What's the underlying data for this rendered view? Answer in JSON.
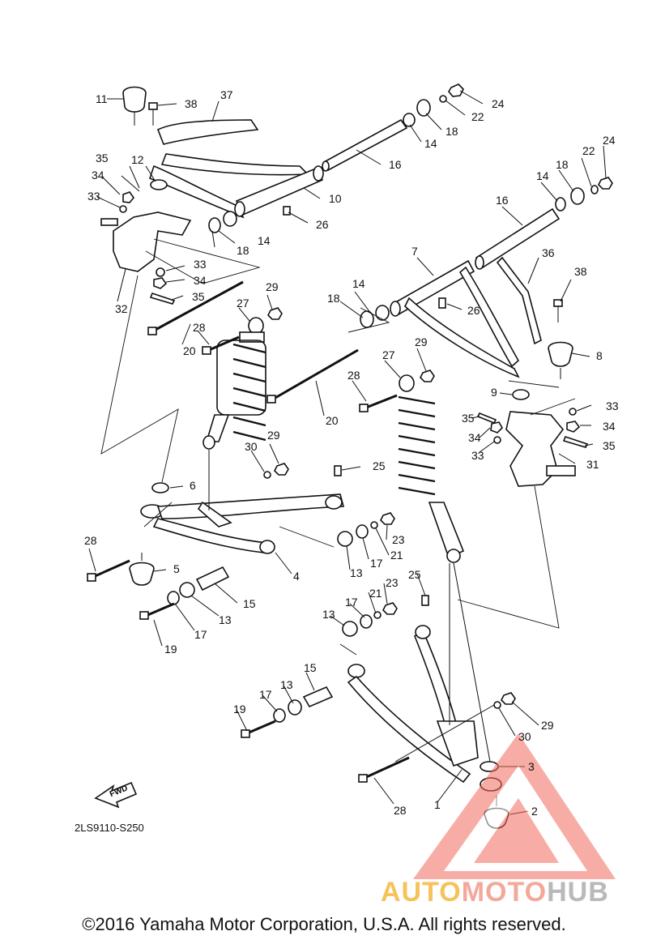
{
  "diagram": {
    "code": "2LS9110-S250",
    "fwd_label": "FWD",
    "copyright": "©2016 Yamaha Motor Corporation, U.S.A. All rights reserved.",
    "watermark": {
      "part1": "AUTO",
      "part2": "MOTO",
      "part3": "HUB"
    },
    "callouts": [
      {
        "id": "c11a",
        "label": "11"
      },
      {
        "id": "c38a",
        "label": "38"
      },
      {
        "id": "c37",
        "label": "37"
      },
      {
        "id": "c24a",
        "label": "24"
      },
      {
        "id": "c22a",
        "label": "22"
      },
      {
        "id": "c18a",
        "label": "18"
      },
      {
        "id": "c14a",
        "label": "14"
      },
      {
        "id": "c16a",
        "label": "16"
      },
      {
        "id": "c35a",
        "label": "35"
      },
      {
        "id": "c12",
        "label": "12"
      },
      {
        "id": "c34a",
        "label": "34"
      },
      {
        "id": "c33a",
        "label": "33"
      },
      {
        "id": "c10",
        "label": "10"
      },
      {
        "id": "c26a",
        "label": "26"
      },
      {
        "id": "c22b",
        "label": "22"
      },
      {
        "id": "c24b",
        "label": "24"
      },
      {
        "id": "c18b",
        "label": "18"
      },
      {
        "id": "c14b",
        "label": "14"
      },
      {
        "id": "c16b",
        "label": "16"
      },
      {
        "id": "c18c",
        "label": "18"
      },
      {
        "id": "c14c",
        "label": "14"
      },
      {
        "id": "c33b",
        "label": "33"
      },
      {
        "id": "c34b",
        "label": "34"
      },
      {
        "id": "c35b",
        "label": "35"
      },
      {
        "id": "c32",
        "label": "32"
      },
      {
        "id": "c7",
        "label": "7"
      },
      {
        "id": "c36",
        "label": "36"
      },
      {
        "id": "c38b",
        "label": "38"
      },
      {
        "id": "c29a",
        "label": "29"
      },
      {
        "id": "c27a",
        "label": "27"
      },
      {
        "id": "c14d",
        "label": "14"
      },
      {
        "id": "c18d",
        "label": "18"
      },
      {
        "id": "c26b",
        "label": "26"
      },
      {
        "id": "c28a",
        "label": "28"
      },
      {
        "id": "c20a",
        "label": "20"
      },
      {
        "id": "c8",
        "label": "8"
      },
      {
        "id": "c29b",
        "label": "29"
      },
      {
        "id": "c27b",
        "label": "27"
      },
      {
        "id": "c28b",
        "label": "28"
      },
      {
        "id": "c9",
        "label": "9"
      },
      {
        "id": "c33c",
        "label": "33"
      },
      {
        "id": "c20b",
        "label": "20"
      },
      {
        "id": "c35c",
        "label": "35"
      },
      {
        "id": "c34c",
        "label": "34"
      },
      {
        "id": "c34d",
        "label": "34"
      },
      {
        "id": "c35d",
        "label": "35"
      },
      {
        "id": "c33d",
        "label": "33"
      },
      {
        "id": "c31",
        "label": "31"
      },
      {
        "id": "c29c",
        "label": "29"
      },
      {
        "id": "c30a",
        "label": "30"
      },
      {
        "id": "c25a",
        "label": "25"
      },
      {
        "id": "c6",
        "label": "6"
      },
      {
        "id": "c28c",
        "label": "28"
      },
      {
        "id": "c5",
        "label": "5"
      },
      {
        "id": "c23a",
        "label": "23"
      },
      {
        "id": "c21a",
        "label": "21"
      },
      {
        "id": "c17a",
        "label": "17"
      },
      {
        "id": "c13a",
        "label": "13"
      },
      {
        "id": "c4",
        "label": "4"
      },
      {
        "id": "c15a",
        "label": "15"
      },
      {
        "id": "c13b",
        "label": "13"
      },
      {
        "id": "c17b",
        "label": "17"
      },
      {
        "id": "c19a",
        "label": "19"
      },
      {
        "id": "c25b",
        "label": "25"
      },
      {
        "id": "c23b",
        "label": "23"
      },
      {
        "id": "c21b",
        "label": "21"
      },
      {
        "id": "c17c",
        "label": "17"
      },
      {
        "id": "c13c",
        "label": "13"
      },
      {
        "id": "c15b",
        "label": "15"
      },
      {
        "id": "c13d",
        "label": "13"
      },
      {
        "id": "c17d",
        "label": "17"
      },
      {
        "id": "c19b",
        "label": "19"
      },
      {
        "id": "c29d",
        "label": "29"
      },
      {
        "id": "c30b",
        "label": "30"
      },
      {
        "id": "c3",
        "label": "3"
      },
      {
        "id": "c28d",
        "label": "28"
      },
      {
        "id": "c1",
        "label": "1"
      },
      {
        "id": "c2",
        "label": "2"
      }
    ]
  }
}
